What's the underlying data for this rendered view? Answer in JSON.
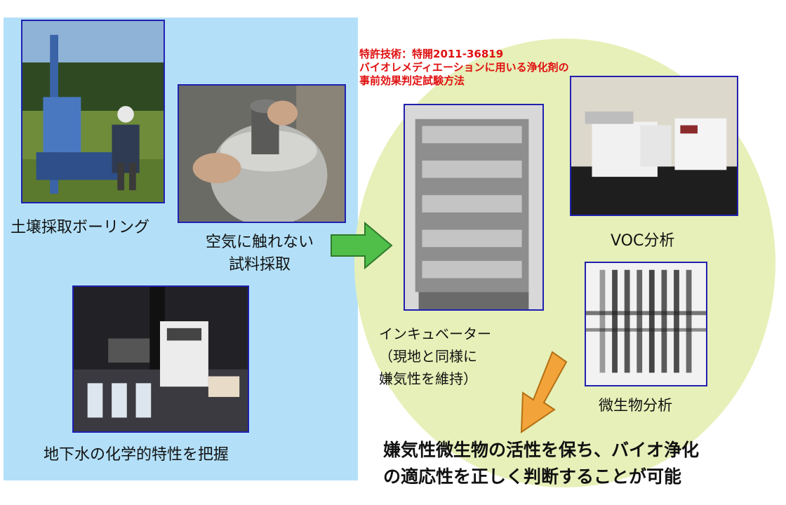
{
  "colors": {
    "left_panel": "#b3e0f8",
    "ellipse": "#e6f0b8",
    "photo_border": "#2020b0",
    "patent_text": "#e01010",
    "green_arrow": "#4fbf4a",
    "orange_arrow": "#f2a43a"
  },
  "left": {
    "boring_label": "土壌採取ボーリング",
    "sampling_label_line1": "空気に触れない",
    "sampling_label_line2": "試料採取",
    "groundwater_label": "地下水の化学的特性を把握"
  },
  "patent": {
    "line1": "特許技術：特開2011-36819",
    "line2": "バイオレメディエーションに用いる浄化剤の",
    "line3": "事前効果判定試験方法"
  },
  "incubator": {
    "label": "インキュベーター",
    "note_line1": "（現地と同様に",
    "note_line2": "嫌気性を維持）"
  },
  "voc_label": "VOC分析",
  "microbe_label": "微生物分析",
  "conclusion": {
    "line1": "嫌気性微生物の活性を保ち、バイオ浄化",
    "line2": "の適応性を正しく判断することが可能"
  },
  "icons": {
    "process_arrow": "green-right-arrow-icon",
    "result_arrow": "orange-down-left-arrow-icon"
  }
}
